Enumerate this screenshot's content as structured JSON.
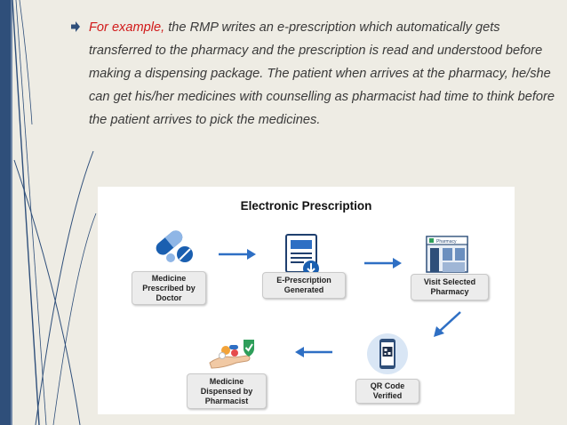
{
  "slide": {
    "highlight": "For example,",
    "body": " the RMP writes an e-prescription which automatically gets transferred to the pharmacy and the prescription is read and understood before making a dispensing package. The patient when arrives at the pharmacy, he/she can get his/her medicines with counselling as pharmacist had time to think before the patient arrives to pick the medicines."
  },
  "diagram": {
    "title": "Electronic Prescription",
    "steps": [
      {
        "label": "Medicine Prescribed by Doctor",
        "icon": "pills-icon"
      },
      {
        "label": "E-Prescription Generated",
        "icon": "document-download-icon"
      },
      {
        "label": "Visit Selected Pharmacy",
        "icon": "pharmacy-store-icon"
      },
      {
        "label": "QR Code Verified",
        "icon": "qr-phone-icon"
      },
      {
        "label": "Medicine Dispensed by Pharmacist",
        "icon": "hand-medicine-icon"
      }
    ],
    "pharmacy_sign": "Pharmacy"
  },
  "colors": {
    "highlight": "#d11a1a",
    "arrow": "#2e6fc4",
    "deco_line": "#2f4f7a",
    "background": "#eeece4"
  }
}
